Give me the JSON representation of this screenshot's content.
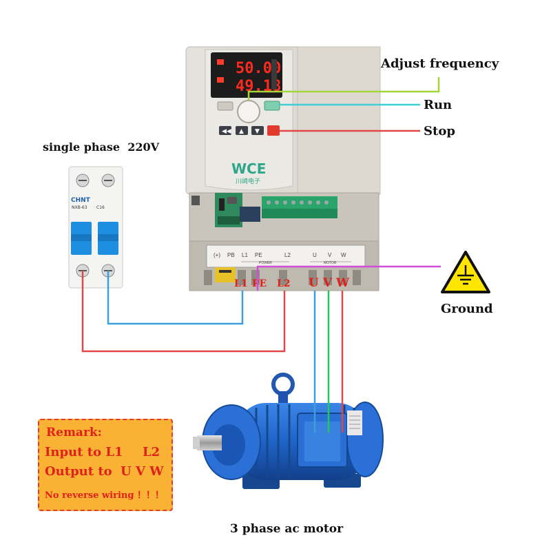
{
  "labels": {
    "adjust_frequency": "Adjust frequency",
    "run": "Run",
    "stop": "Stop",
    "single_phase": "single phase  220V",
    "ground": "Ground",
    "motor": "3 phase ac motor"
  },
  "display": {
    "line1": "50.00",
    "line2": "49.18"
  },
  "brand": {
    "logo": "WCE",
    "chinese": "川崎电子"
  },
  "breaker": {
    "brand": "CHNT",
    "model": "NXB-63",
    "rating": "C16"
  },
  "terminal_strip": {
    "pb": "PB",
    "l1": "L1",
    "pe": "PE",
    "l2": "L2",
    "u": "U",
    "v": "V",
    "w": "W",
    "power": "POWER",
    "motor": "MOTOR"
  },
  "terminals": {
    "l1": "L1",
    "pe": "PE",
    "l2": "L2",
    "u": "U",
    "v": "V",
    "w": "W"
  },
  "remark": {
    "title": "Remark:",
    "input_text": "Input to L1",
    "input_l2": "L2",
    "output_text": "Output to",
    "output_uvw": "U V W",
    "warning": "No reverse wiring ！！！"
  },
  "colors": {
    "red_wire": "#e04848",
    "blue_wire": "#3aa0dc",
    "green_wire": "#22c55e",
    "yellow_green_wire": "#a3d63a",
    "cyan_wire": "#3fd0d6",
    "magenta_wire": "#d24ed8",
    "motor_blue": "#1f64c8",
    "warning_yellow": "#ffe600",
    "remark_bg": "#f9b233",
    "remark_text": "#e0201b"
  }
}
